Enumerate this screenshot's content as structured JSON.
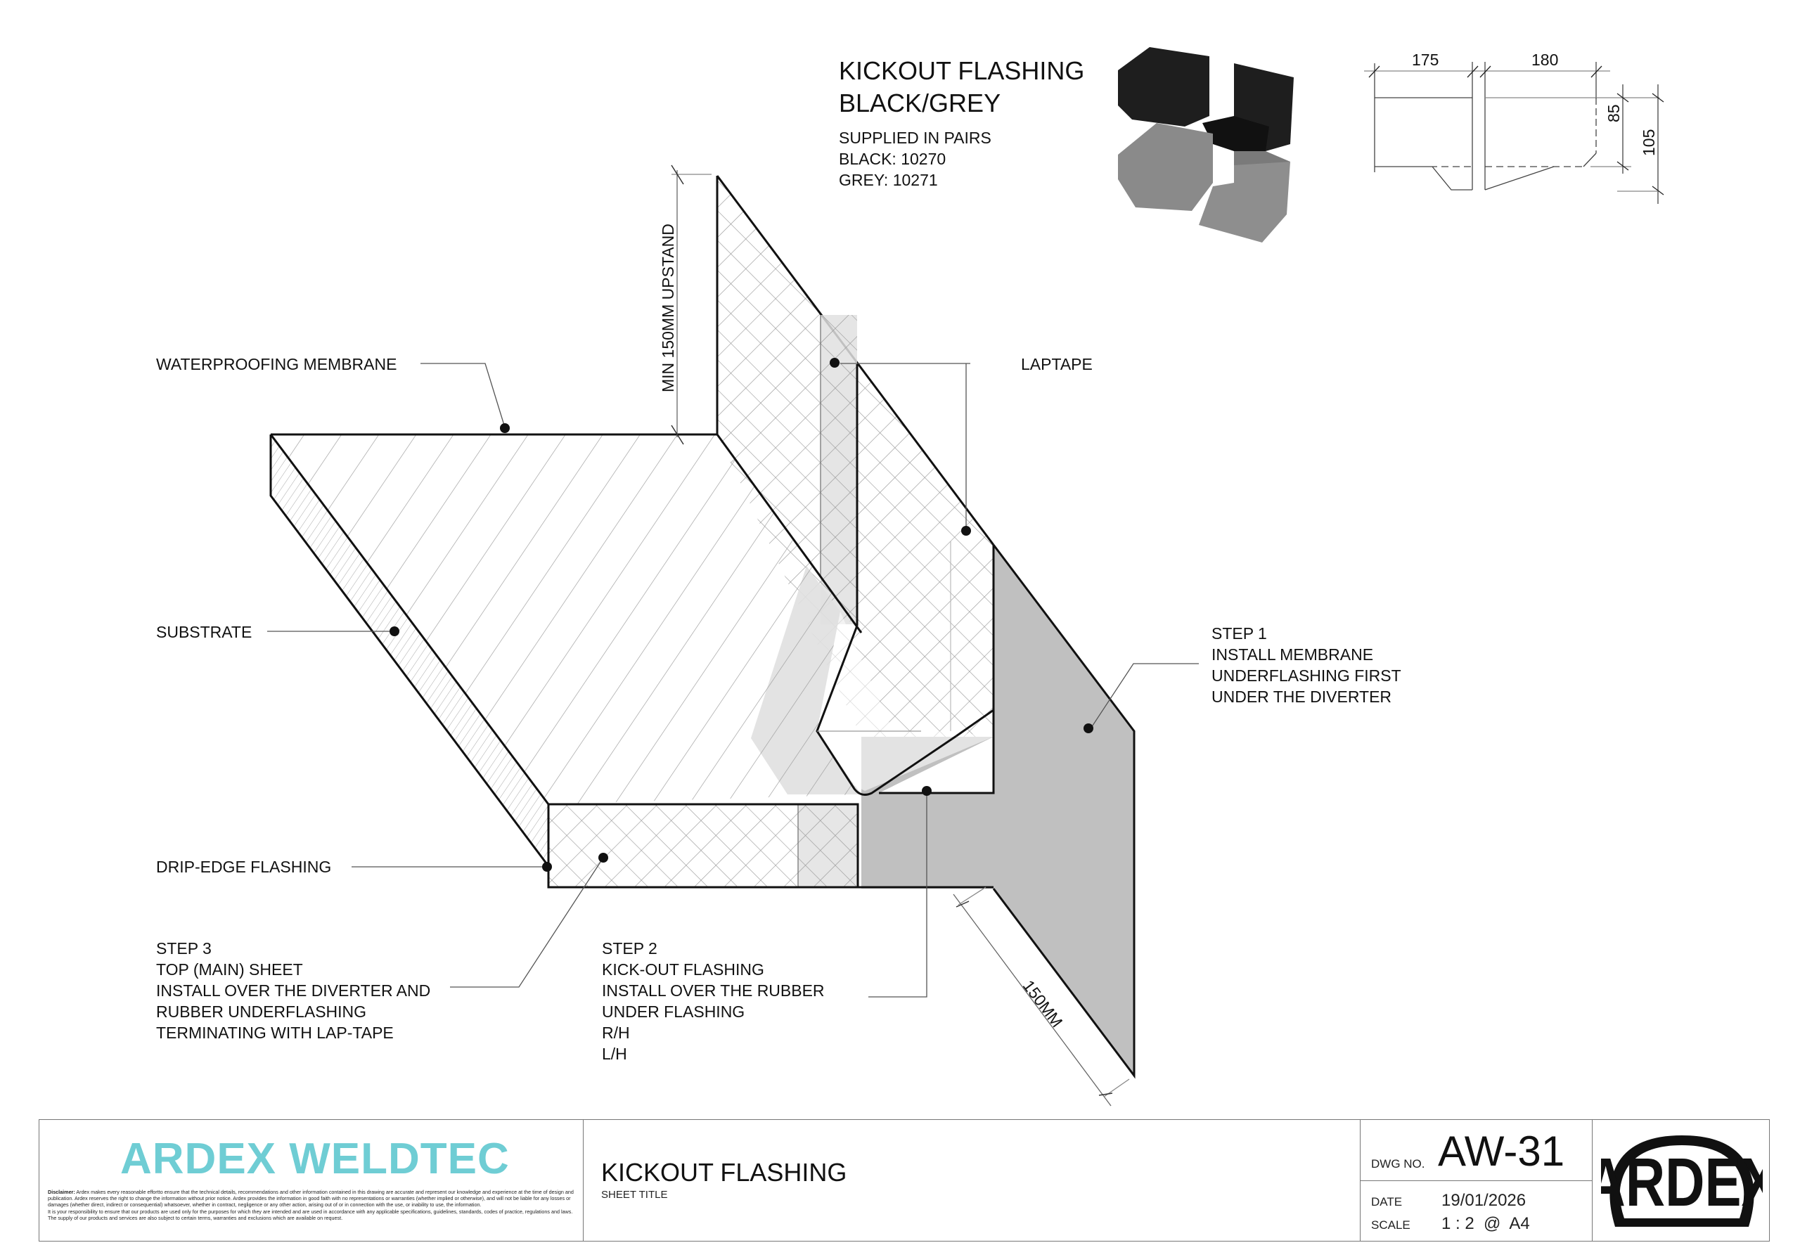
{
  "product": {
    "title_line1": "KICKOUT FLASHING",
    "title_line2": "BLACK/GREY",
    "details": [
      "SUPPLIED IN PAIRS",
      "BLACK: 10270",
      "GREY: 10271"
    ],
    "photo_colors": {
      "black": "#1e1e1e",
      "grey": "#8a8a8a"
    }
  },
  "dimensions_sketch": {
    "width_left": "175",
    "width_right": "180",
    "height_inner": "85",
    "height_outer": "105"
  },
  "callouts": {
    "waterproofing_membrane": "WATERPROOFING MEMBRANE",
    "substrate": "SUBSTRATE",
    "drip_edge": "DRIP-EDGE FLASHING",
    "laptape": "LAPTAPE",
    "upstand": "MIN 150MM UPSTAND",
    "dim_150": "150MM"
  },
  "steps": {
    "step1": [
      "STEP 1",
      "INSTALL MEMBRANE",
      "UNDERFLASHING FIRST",
      "UNDER THE DIVERTER"
    ],
    "step2": [
      "STEP 2",
      "KICK-OUT FLASHING",
      "INSTALL OVER THE RUBBER",
      "UNDER FLASHING",
      "R/H",
      "L/H"
    ],
    "step3": [
      "STEP 3",
      "TOP (MAIN) SHEET",
      "INSTALL OVER THE DIVERTER AND",
      "RUBBER UNDERFLASHING",
      "TERMINATING WITH LAP-TAPE"
    ]
  },
  "colors": {
    "underflashing_fill": "#c0c0c0",
    "laptape_fill": "#e0e0e0",
    "brand_teal": "#6fcdd4"
  },
  "title_block": {
    "brand": "ARDEX WELDTEC",
    "disclaimer_label": "Disclaimer:",
    "disclaimer_text": "Ardex makes every reasonable effortto ensure that the technical details, recommendations and other information contained in this drawing are accurate and represent our knowledge and experience at the time of design and publication. Ardex reserves the right to change the information without prior notice.   Ardex provides the information in good faith with no representations or warranties (whether implied or otherwise), and will not be liable for any losses or damages (whether direct, indirect or consequential) whatsoever, whether in contract, negligence  or any other action, arising out of or in connection with the use, or inability to use, the information.",
    "disclaimer_text2": "It is your responsibility to ensure that our products are used only for the purposes for which they are intended and are used in accordance with any applicable specifications, guidelines, standards, codes of practice, regulations and laws. The supply of our products and services are also subject to certain terms, warranties and exclusions which are available on request.",
    "sheet_title": "KICKOUT FLASHING",
    "sheet_title_label": "SHEET TITLE",
    "dwg_no_label": "DWG NO.",
    "dwg_no": "AW-31",
    "date_label": "DATE",
    "date": "19/01/2026",
    "scale_label": "SCALE",
    "scale": "1 : 2  @  A4",
    "logo_text": "ARDEX"
  }
}
